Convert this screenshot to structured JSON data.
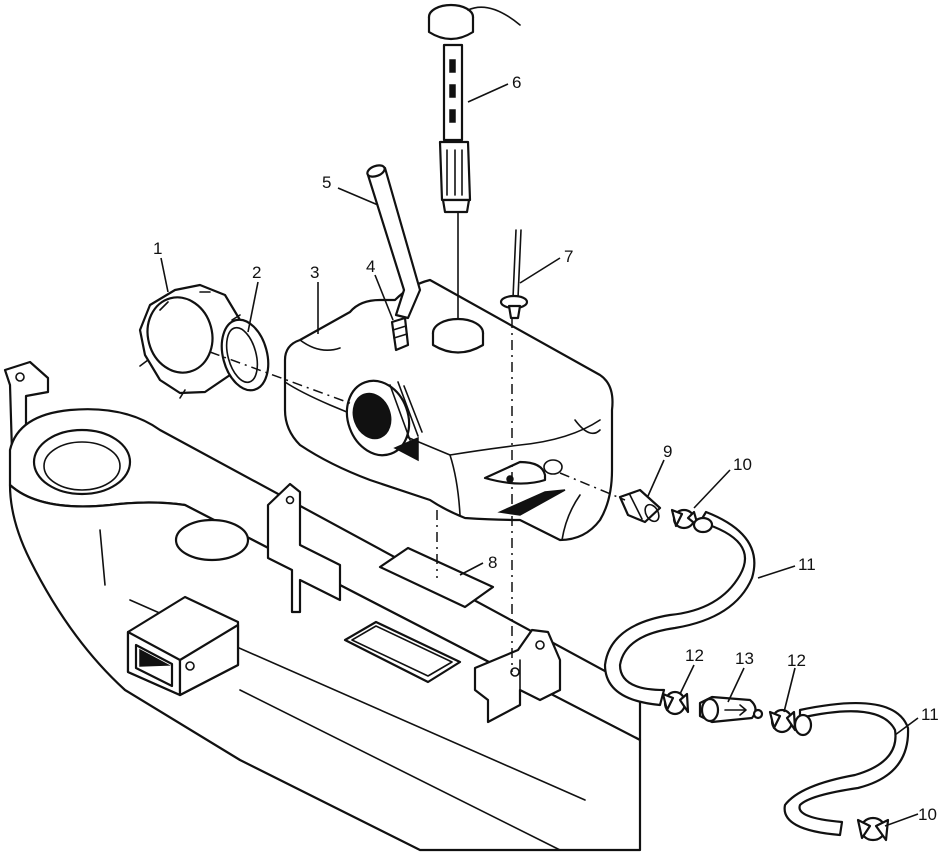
{
  "callouts": [
    {
      "id": "c1",
      "label": "1"
    },
    {
      "id": "c2",
      "label": "2"
    },
    {
      "id": "c3",
      "label": "3"
    },
    {
      "id": "c4",
      "label": "4"
    },
    {
      "id": "c5",
      "label": "5"
    },
    {
      "id": "c6",
      "label": "6"
    },
    {
      "id": "c7",
      "label": "7"
    },
    {
      "id": "c8",
      "label": "8"
    },
    {
      "id": "c9",
      "label": "9"
    },
    {
      "id": "c10a",
      "label": "10"
    },
    {
      "id": "c10b",
      "label": "10"
    },
    {
      "id": "c11a",
      "label": "11"
    },
    {
      "id": "c11b",
      "label": "11"
    },
    {
      "id": "c12a",
      "label": "12"
    },
    {
      "id": "c12b",
      "label": "12"
    },
    {
      "id": "c13",
      "label": "13"
    }
  ],
  "colors": {
    "ink": "#111111",
    "paper": "#ffffff"
  }
}
